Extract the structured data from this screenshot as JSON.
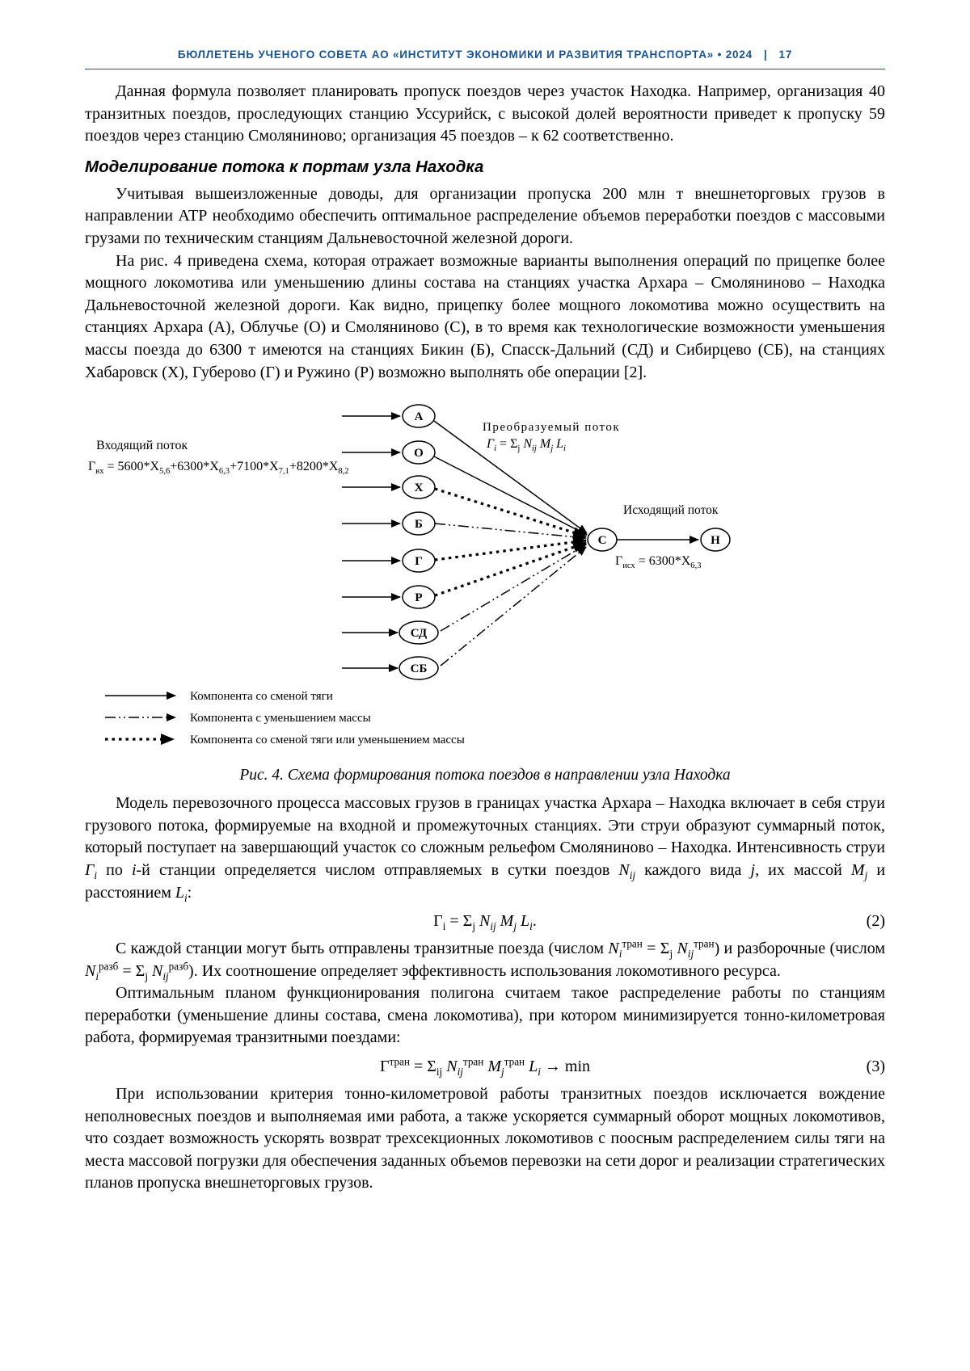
{
  "header": {
    "title": "БЮЛЛЕТЕНЬ УЧЕНОГО СОВЕТА АО «ИНСТИТУТ ЭКОНОМИКИ И РАЗВИТИЯ ТРАНСПОРТА» • 2024",
    "separator": "|",
    "page_number": "17",
    "accent_color": "#15549e"
  },
  "article": {
    "paragraph_1": "Данная формула позволяет планировать пропуск поездов через участок Находка. Например, организация 40 транзитных поездов, проследующих станцию Уссурийск, с высокой долей вероятности приведет к пропуску 59 поездов через станцию Смоляниново; организация 45 поездов – к 62 соответственно.",
    "section_heading": "Моделирование потока к портам узла Находка",
    "paragraph_2": "Учитывая вышеизложенные доводы, для организации пропуска 200 млн т внешнеторговых грузов в направлении АТР необходимо обеспечить оптимальное распределение объемов переработки поездов с массовыми грузами по техническим станциям Дальневосточной железной дороги.",
    "paragraph_3": "На рис. 4 приведена схема, которая отражает возможные варианты выполнения операций по прицепке более мощного локомотива или уменьшению длины состава на станциях участка Архара – Смоляниново – Находка Дальневосточной железной дороги. Как видно, прицепку более мощного локомотива можно осуществить на станциях Архара (А), Облучье (О) и Смоляниново (С), в то время как технологические возможности уменьшения массы поезда до 6300 т имеются на станциях Бикин (Б), Спасск-Дальний (СД) и Сибирцево (СБ), на станциях Хабаровск (Х), Губерово (Г) и Ружино (Р) возможно выполнять обе операции [2].",
    "figure_caption": "Рис. 4. Схема формирования потока поездов в направлении узла Находка",
    "paragraph_4": "Модель перевозочного процесса массовых грузов в границах участка Архара – Находка включает в себя струи грузового потока, формируемые на входной и промежуточных станциях. Эти струи образуют суммарный поток, который поступает на завершающий участок со сложным рельефом Смоляниново – Находка. Интенсивность струи <i>Γ<sub>i</sub></i> по <i>i</i>-й станции определяется числом отправляемых в сутки поездов <i>N<sub>ij</sub></i> каждого вида <i>j</i>, их массой <i>M<sub>j</sub></i> и расстоянием <i>L<sub>i</sub></i>:",
    "equation_2": {
      "formula": "Γ<sub>i</sub> = Σ<sub>j</sub> <i>N<sub>ij</sub></i> <i>M<sub>j</sub></i> <i>L<sub>i</sub></i>.",
      "number": "(2)"
    },
    "paragraph_5": "С каждой станции могут быть отправлены транзитные поезда (числом <i>N<sub>i</sub></i><sup>тран</sup> = Σ<sub>j</sub> <i>N<sub>ij</sub></i><sup>тран</sup>) и разборочные (числом <i>N<sub>i</sub></i><sup>разб</sup> = Σ<sub>j</sub> <i>N<sub>ij</sub></i><sup>разб</sup>). Их соотношение определяет эффективность использования локомотивного ресурса.",
    "paragraph_6": "Оптимальным планом функционирования полигона считаем такое распределение работы по станциям переработки (уменьшение длины состава, смена локомотива), при котором минимизируется тонно-километровая работа, формируемая транзитными поездами:",
    "equation_3": {
      "formula": "Γ<sup>тран</sup> = Σ<sub>ij</sub> <i>N<sub>ij</sub></i><sup>тран</sup> <i>M<sub>j</sub></i><sup>тран</sup> <i>L<sub>i</sub></i> → min",
      "number": "(3)"
    },
    "paragraph_7": "При использовании критерия тонно-километровой работы транзитных поездов исключается вождение неполновесных поездов и выполняемая ими работа, а также ускоряется суммарный оборот мощных локомотивов, что создает возможность ускорять возврат трехсекционных локомотивов с поосным распределением силы тяги на места массовой погрузки для обеспечения заданных объемов перевозки на сети дорог и реализации стратегических планов пропуска внешнеторговых грузов."
  },
  "diagram": {
    "input_label": "Входящий поток",
    "input_formula": "Γ<sub>вх</sub> = 5600*X<sub>5,6</sub>+6300*X<sub>6,3</sub>+7100*X<sub>7,1</sub>+8200*X<sub>8,2</sub>",
    "transform_label": "Преобразуемый поток",
    "transform_formula": "<i>Γ<sub>i</sub></i> = Σ<sub>j</sub> <i>N<sub>ij</sub></i> <i>M<sub>j</sub></i> <i>L<sub>i</sub></i>",
    "output_label": "Исходящий поток",
    "output_formula": "Γ<sub>исх</sub> = 6300*X<sub>6,3</sub>",
    "nodes": [
      "А",
      "О",
      "Х",
      "Б",
      "Г",
      "Р",
      "СД",
      "СБ"
    ],
    "hub": "С",
    "sink": "Н",
    "legend": [
      {
        "label": "Компонента со сменой тяги",
        "style": "solid"
      },
      {
        "label": "Компонента с уменьшением массы",
        "style": "dashdot"
      },
      {
        "label": "Компонента со сменой тяги или уменьшением массы",
        "style": "dotted"
      }
    ]
  }
}
